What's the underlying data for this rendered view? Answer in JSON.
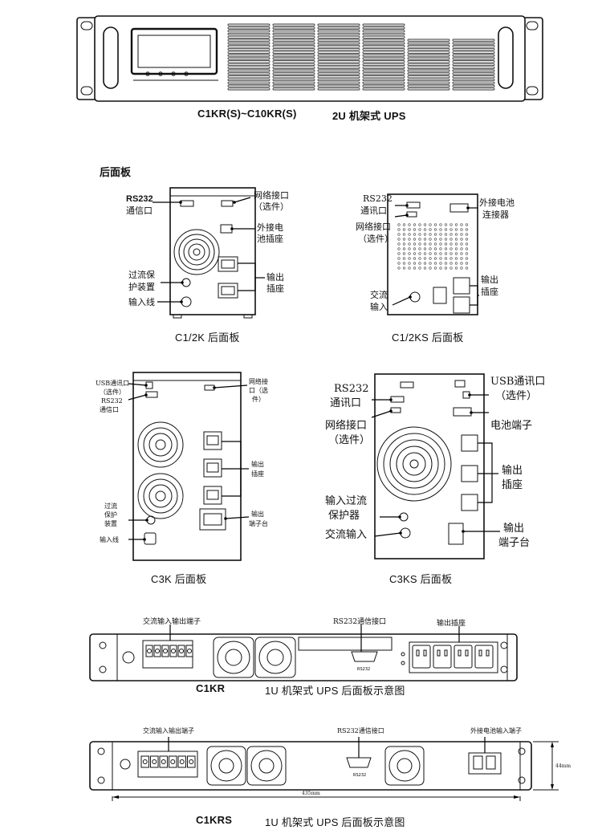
{
  "top": {
    "caption_model": "C1KR(S)~C10KR(S)",
    "caption_type": "2U 机架式 UPS"
  },
  "section_title": "后面板",
  "c12k": {
    "rs232": "RS232",
    "rs232_sub": "通信口",
    "network_1": "网络接口",
    "network_2": "（选件）",
    "battery_1": "外接电",
    "battery_2": "池插座",
    "breaker_1": "过流保",
    "breaker_2": "护装置",
    "output_1": "输出",
    "output_2": "插座",
    "input": "输入线",
    "caption": "C1/2K 后面板"
  },
  "c12ks": {
    "rs232": "RS232",
    "rs232_sub": "通讯口",
    "network_1": "网络接口",
    "network_2": "（选件）",
    "battery_1": "外接电池",
    "battery_2": "连接器",
    "output_1": "输出",
    "output_2": "插座",
    "ac_1": "交流",
    "ac_2": "输入",
    "caption": "C1/2KS 后面板"
  },
  "c3k": {
    "usb_1": "USB通讯口",
    "usb_2": "（选件）",
    "rs232_1": "RS232",
    "rs232_2": "通信口",
    "network_1": "网络接",
    "network_2": "口（选",
    "network_3": "件）",
    "output_1": "输出",
    "output_2": "插座",
    "breaker_1": "过流",
    "breaker_2": "保护",
    "breaker_3": "装置",
    "terminal_1": "输出",
    "terminal_2": "端子台",
    "input": "输入线",
    "caption": "C3K 后面板"
  },
  "c3ks": {
    "rs232_1": "RS232",
    "rs232_2": "通讯口",
    "network_1": "网络接口",
    "network_2": "（选件）",
    "usb_1": "USB通讯口",
    "usb_2": "（选件）",
    "battery": "电池端子",
    "output_1": "输出",
    "output_2": "插座",
    "breaker_1": "输入过流",
    "breaker_2": "保护器",
    "ac_input": "交流输入",
    "terminal_1": "输出",
    "terminal_2": "端子台",
    "caption": "C3KS 后面板"
  },
  "c1kr": {
    "terminal": "交流输入输出端子",
    "rs232": "RS232通信接口",
    "outputs": "输出插座",
    "port_tag": "RS232",
    "caption_model": "C1KR",
    "caption_desc": "1U  机架式 UPS  后面板示意图"
  },
  "c1krs": {
    "terminal": "交流输入输出端子",
    "rs232": "RS232通信接口",
    "battery": "外接电池输入端子",
    "port_tag": "RS232",
    "width": "435mm",
    "height": "44mm",
    "caption_model": "C1KRS",
    "caption_desc": "1U  机架式 UPS  后面板示意图"
  }
}
